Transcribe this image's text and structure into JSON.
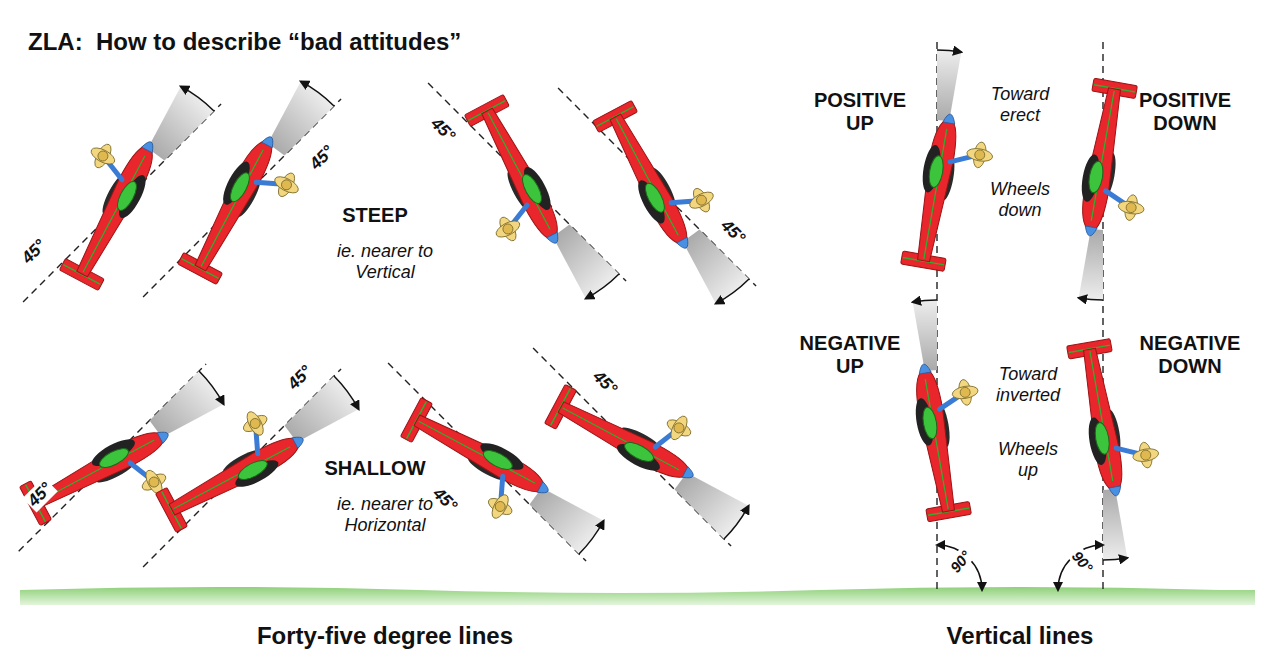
{
  "diagram": {
    "title": "ZLA:  How to describe “bad attitudes”",
    "labels": [
      "45°",
      "45°",
      "STEEP",
      "ie. nearer to Vertical",
      "45°",
      "45°",
      "45°",
      "45°",
      "SHALLOW",
      "ie. nearer to Horizontal",
      "45°",
      "45°",
      "POSITIVE UP",
      "Toward erect",
      "Wheels down",
      "POSITIVE DOWN",
      "NEGATIVE UP",
      "Toward inverted",
      "Wheels up",
      "NEGATIVE DOWN",
      "90°",
      "90°",
      "Forty-five degree lines",
      "Vertical lines"
    ]
  }
}
